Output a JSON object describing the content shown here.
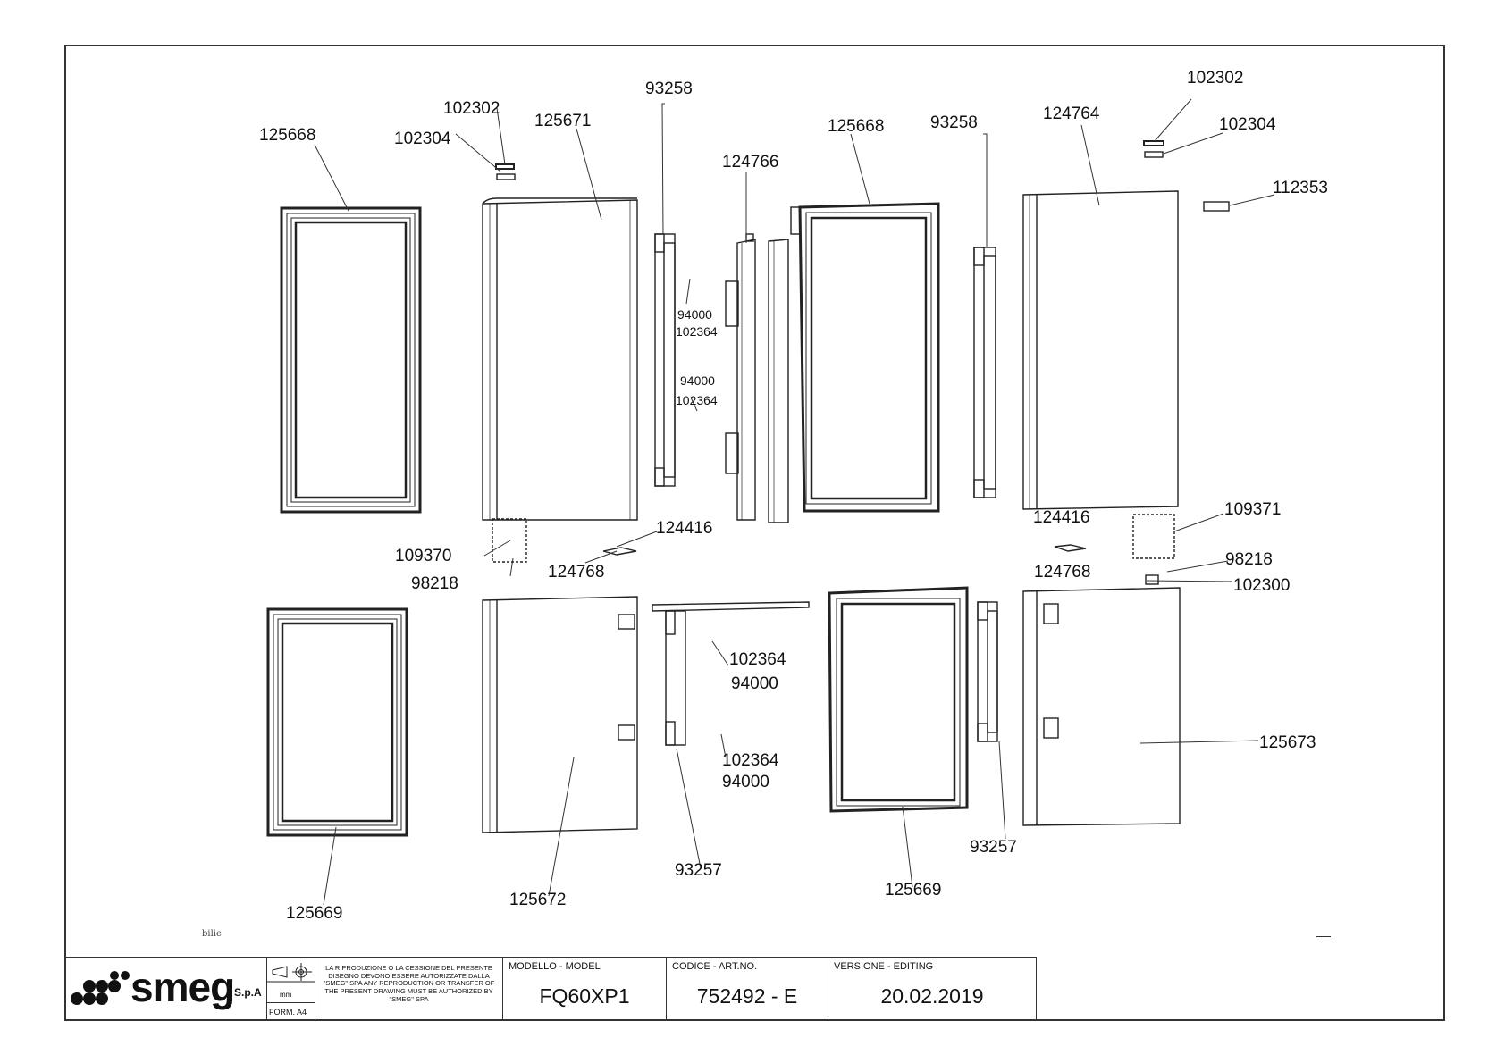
{
  "diagram": {
    "labels": {
      "l1": "125668",
      "l2": "102302",
      "l3": "102304",
      "l4": "125671",
      "l5": "93258",
      "l6": "124766",
      "l7": "125668",
      "l8": "93258",
      "l9": "124764",
      "l10": "102302",
      "l11": "102304",
      "l12": "112353",
      "l13": "94000",
      "l14": "102364",
      "l15": "94000",
      "l16": "102364",
      "l17": "109370",
      "l18": "98218",
      "l19": "124416",
      "l20": "124768",
      "l21": "124416",
      "l22": "124768",
      "l23": "109371",
      "l24": "98218",
      "l25": "102300",
      "l26": "102364",
      "l27": "94000",
      "l28": "102364",
      "l29": "94000",
      "l30": "125673",
      "l31": "93257",
      "l32": "93257",
      "l33": "125669",
      "l34": "125672",
      "l35": "125669"
    },
    "stray_text": "bilie"
  },
  "title_block": {
    "logo_word": "smeg",
    "logo_suffix": "S.p.A",
    "unit": "mm",
    "format": "FORM. A4",
    "legal_notice": "LA RIPRODUZIONE O LA CESSIONE DEL PRESENTE DISEGNO DEVONO ESSERE AUTORIZZATE DALLA \"SMEG\" SPA ANY REPRODUCTION OR TRANSFER OF THE PRESENT DRAWING MUST BE AUTHORIZED BY \"SMEG\" SPA",
    "model_caption": "MODELLO - MODEL",
    "model_value": "FQ60XP1",
    "code_caption": "CODICE - ART.NO.",
    "code_value": "752492 - E",
    "version_caption": "VERSIONE - EDITING",
    "version_value": "20.02.2019"
  }
}
